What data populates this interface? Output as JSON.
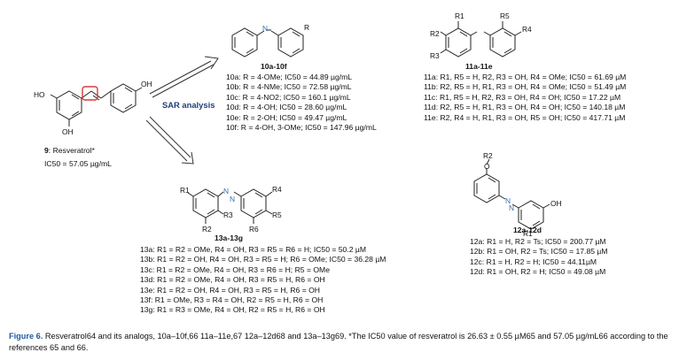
{
  "resveratrol": {
    "label": "9",
    "name": "Resveratrol*",
    "ic50": "IC50 = 57.05 µg/mL",
    "atoms": [
      "HO",
      "OH",
      "OH"
    ]
  },
  "arrow_label": "SAR analysis",
  "group10": {
    "header": "10a-10f",
    "r_atom": "R",
    "rows": [
      "10a: R = 4-OMe; IC50 = 44.89 µg/mL",
      "10b: R = 4-NMe; IC50 = 72.58 µg/mL",
      "10c: R = 4-NO2; IC50 = 160.1 µg/mL",
      "10d: R = 4-OH; IC50 = 28.60 µg/mL",
      "10e: R = 2-OH; IC50 = 49.47 µg/mL",
      "10f: R = 4-OH, 3-OMe; IC50 = 147.96 µg/mL"
    ]
  },
  "group11": {
    "header": "11a-11e",
    "atoms": [
      "R1",
      "R2",
      "R3",
      "R4",
      "R5"
    ],
    "rows": [
      "11a: R1, R5 = H, R2, R3 = OH, R4 = OMe; IC50 = 61.69 µM",
      "11b: R2, R5 = H, R1, R3 = OH, R4 = OMe; IC50 = 51.49 µM",
      "11c: R1, R5 = H, R2, R3 = OH, R4 = OH; IC50 = 17.22 µM",
      "11d: R2, R5 = H, R1, R3 = OH, R4 = OH; IC50 = 140.18 µM",
      "11e: R2, R4 = H, R1, R3 = OH, R5 = OH; IC50 = 417.71 µM"
    ]
  },
  "group12": {
    "header": "12a-12d",
    "atoms": [
      "R2",
      "O",
      "N",
      "N",
      "R1",
      "OH"
    ],
    "rows": [
      "12a: R1 = H, R2 = Ts; IC50 = 200.77 µM",
      "12b: R1 = OH, R2 = Ts; IC50 = 17.85 µM",
      "12c: R1 = H, R2 = H; IC50 = 44.11µM",
      "12d: R1 = OH, R2 = H; IC50 = 49.08 µM"
    ]
  },
  "group13": {
    "header": "13a-13g",
    "atoms": [
      "R1",
      "R2",
      "R3",
      "R4",
      "R5",
      "R6",
      "N",
      "N"
    ],
    "rows": [
      "13a: R1 = R2 = OMe, R4 = OH, R3 = R5 = R6 = H; IC50 = 50.2 µM",
      "13b: R1 = R2 = OH, R4 = OH, R3 = R5 = H; R6 = OMe; IC50 = 36.28 µM",
      "13c: R1 = R2 = OMe, R4 = OH, R3 = R6 = H; R5 = OMe",
      "13d: R1 = R2 = OMe, R4 = OH, R3 = R5 = H, R6 = OH",
      "13e: R1 = R2 = OH, R4 = OH, R3 = R5 = H, R6 = OH",
      "13f: R1 = OMe, R3 = R4 = OH, R2 = R5 = H, R6 = OH",
      "13g: R1 = R3 = OMe, R4 = OH, R2 = R5 = H, R6 = OH"
    ]
  },
  "caption": {
    "label": "Figure 6.",
    "text": "Resveratrol64 and its analogs, 10a–10f,66 11a–11e,67 12a–12d68 and 13a–13g69. *The IC50 value of resveratrol is 26.63 ± 0.55 µM65 and 57.05 µg/mL66 according to the references 65 and 66."
  },
  "colors": {
    "highlight_ring": "#d93a3a",
    "azo_n": "#3a6fb0",
    "sar_label": "#1f3f7a",
    "caption_label": "#1f5a9a"
  }
}
